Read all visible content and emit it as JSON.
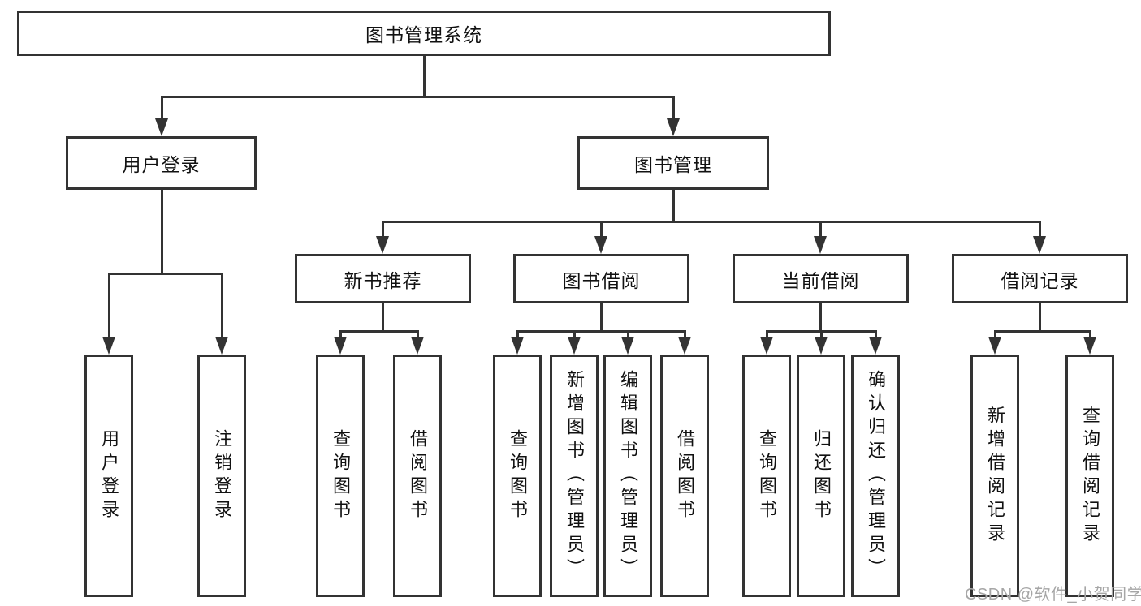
{
  "nodes": {
    "root": {
      "label": "图书管理系统"
    },
    "userLogin": {
      "label": "用户登录"
    },
    "bookManagement": {
      "label": "图书管理"
    },
    "newBookRecommend": {
      "label": "新书推荐"
    },
    "bookBorrowing": {
      "label": "图书借阅"
    },
    "currentBorrowing": {
      "label": "当前借阅"
    },
    "borrowingRecords": {
      "label": "借阅记录"
    },
    "userLoginLeaf": {
      "label": "用户登录"
    },
    "logoutLeaf": {
      "label": "注销登录"
    },
    "recommendQueryBooks": {
      "label": "查询图书"
    },
    "recommendBorrowBooks": {
      "label": "借阅图书"
    },
    "borrowQueryBooks": {
      "label": "查询图书"
    },
    "borrowAddBooks": {
      "label": "新增图书（管理员）"
    },
    "borrowEditBooks": {
      "label": "编辑图书（管理员）"
    },
    "borrowBorrowBooks": {
      "label": "借阅图书"
    },
    "currentQueryBooks": {
      "label": "查询图书"
    },
    "currentReturnBooks": {
      "label": "归还图书"
    },
    "currentConfirmReturn": {
      "label": "确认归还（管理员）"
    },
    "recordsAddRecord": {
      "label": "新增借阅记录"
    },
    "recordsQueryRecord": {
      "label": "查询借阅记录"
    }
  },
  "watermark": {
    "text": "CSDN @软件_小贺同学"
  },
  "colors": {
    "line": "#333333",
    "nodeBorder": "#333333",
    "text": "#111111",
    "watermark": "#a6a6a6",
    "background": "#ffffff"
  }
}
